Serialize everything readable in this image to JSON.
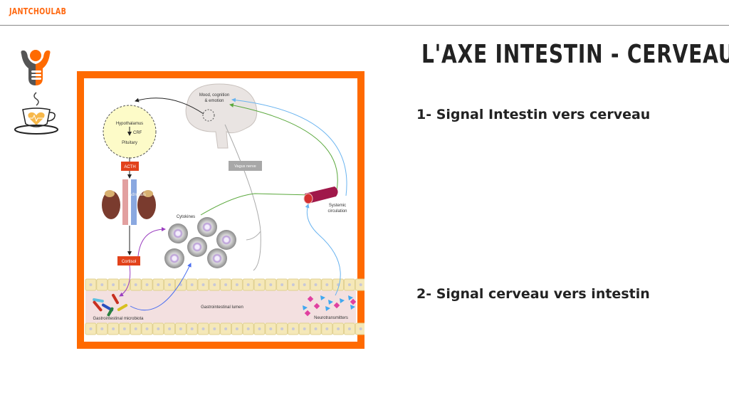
{
  "header": {
    "brand": "JANTCHOULAB"
  },
  "slide": {
    "title": "L'AXE INTESTIN - CERVEAU",
    "points": [
      "1- Signal Intestin vers cerveau",
      "2- Signal cerveau vers intestin"
    ]
  },
  "diagram": {
    "mood_line1": "Mood, cognition",
    "mood_line2": "& emotion",
    "hypothalamus": "Hypothalamus",
    "crf": "CRF",
    "pituitary": "Pituitary",
    "acth": "ACTH",
    "adrenals": "Adrenals",
    "cortisol": "Cortisol",
    "vagus": "Vagus nerve",
    "cytokines": "Cytokines",
    "systemic1": "Systemic",
    "systemic2": "circulation",
    "lumen": "Gastrointestinal lumen",
    "microbiota": "Gastrointestinal microbiota",
    "neurotransmitters": "Neurotransmitters"
  },
  "colors": {
    "accent": "#ff6a00",
    "label_box": "#e2421b",
    "green": "#5aa83c",
    "blue": "#6ab4f0"
  }
}
